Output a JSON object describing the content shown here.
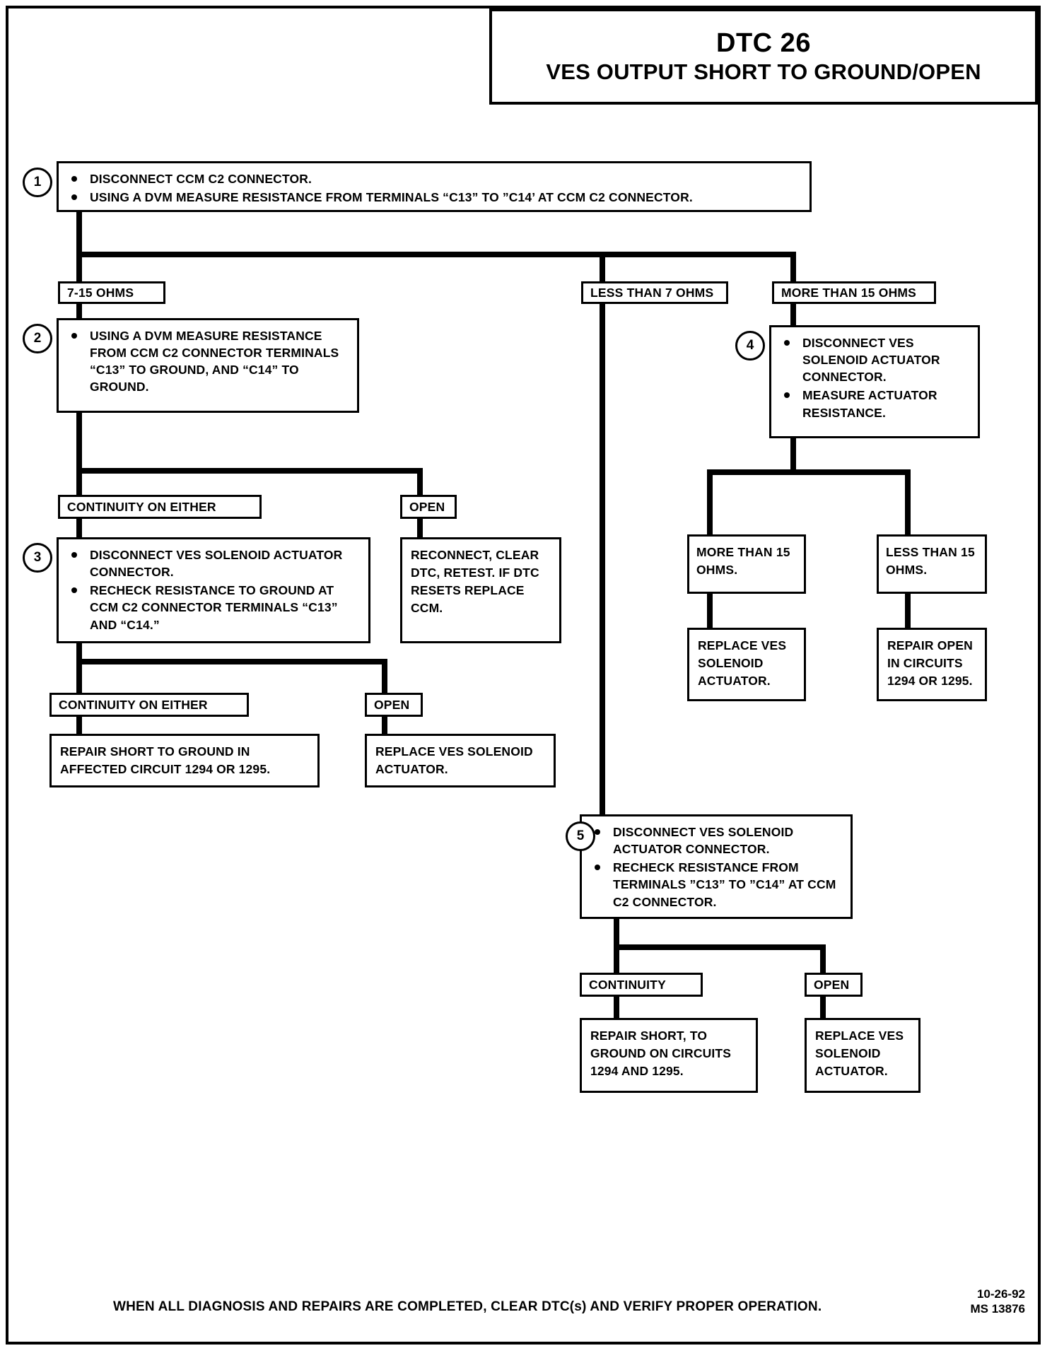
{
  "document": {
    "title_main": "DTC 26",
    "title_sub": "VES OUTPUT SHORT TO GROUND/OPEN"
  },
  "steps": {
    "step1": {
      "number": "1",
      "bullets": [
        "DISCONNECT CCM C2 CONNECTOR.",
        "USING A DVM MEASURE RESISTANCE FROM TERMINALS “C13” TO ”C14’ AT CCM C2 CONNECTOR."
      ]
    },
    "step2": {
      "number": "2",
      "bullets": [
        "USING A DVM MEASURE RESISTANCE FROM CCM C2 CONNECTOR TERMINALS “C13” TO GROUND, AND “C14” TO GROUND."
      ]
    },
    "step3": {
      "number": "3",
      "bullets": [
        "DISCONNECT VES SOLENOID ACTUATOR CONNECTOR.",
        "RECHECK RESISTANCE TO GROUND AT CCM C2 CONNECTOR TERMINALS “C13” AND “C14.”"
      ]
    },
    "step4": {
      "number": "4",
      "bullets": [
        "DISCONNECT VES SOLENOID ACTUATOR CONNECTOR.",
        "MEASURE ACTUATOR RESISTANCE."
      ]
    },
    "step5": {
      "number": "5",
      "bullets": [
        "DISCONNECT VES SOLENOID ACTUATOR CONNECTOR.",
        "RECHECK RESISTANCE FROM TERMINALS ”C13” TO ”C14” AT CCM C2 CONNECTOR."
      ]
    }
  },
  "branches": {
    "ohms_7_15": "7-15 OHMS",
    "less_than_7": "LESS THAN 7 OHMS",
    "more_than_15": "MORE THAN 15 OHMS",
    "continuity_either_a": "CONTINUITY ON EITHER",
    "open_a": "OPEN",
    "continuity_either_b": "CONTINUITY ON EITHER",
    "open_b": "OPEN",
    "more_than_15_actuator": "MORE THAN 15 OHMS.",
    "less_than_15_actuator": "LESS THAN 15 OHMS.",
    "continuity_c": "CONTINUITY",
    "open_c": "OPEN"
  },
  "actions": {
    "reconnect_clear": "RECONNECT, CLEAR DTC, RETEST. IF DTC RESETS REPLACE CCM.",
    "repair_short_ground": "REPAIR SHORT TO GROUND IN AFFECTED CIRCUIT 1294 OR 1295.",
    "replace_actuator_a": "REPLACE VES SOLENOID ACTUATOR.",
    "replace_actuator_b": "REPLACE VES SOLENOID ACTUATOR.",
    "repair_open_circuits": "REPAIR OPEN IN CIRCUITS 1294 OR 1295.",
    "repair_short_ground_c": "REPAIR SHORT, TO GROUND ON CIRCUITS 1294 AND 1295.",
    "replace_actuator_c": "REPLACE VES SOLENOID ACTUATOR."
  },
  "footer": {
    "note": "WHEN ALL DIAGNOSIS AND REPAIRS ARE COMPLETED, CLEAR DTC(s) AND VERIFY PROPER OPERATION.",
    "date": "10-26-92",
    "code": "MS 13876"
  }
}
